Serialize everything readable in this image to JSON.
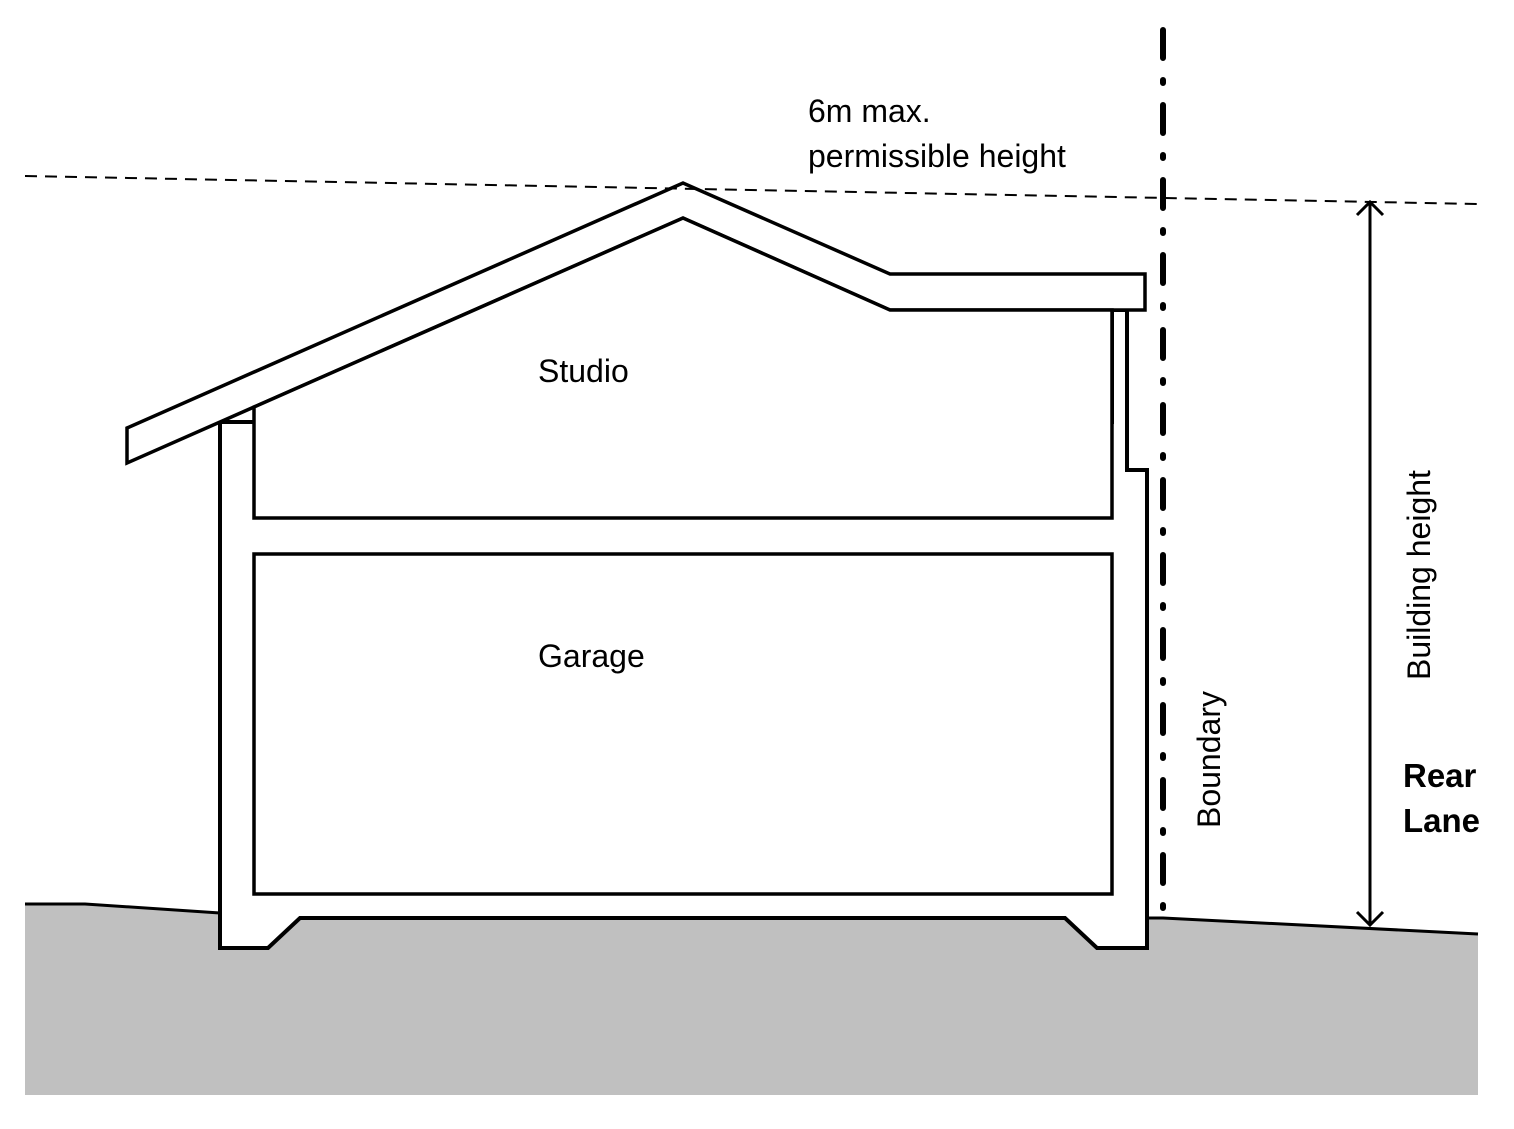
{
  "labels": {
    "max_height_line1": "6m max.",
    "max_height_line2": "permissible height",
    "studio": "Studio",
    "garage": "Garage",
    "boundary": "Boundary",
    "building_height": "Building height",
    "rear": "Rear",
    "lane": "Lane"
  },
  "colors": {
    "ground": "#c0c0c0",
    "line": "#000000"
  }
}
